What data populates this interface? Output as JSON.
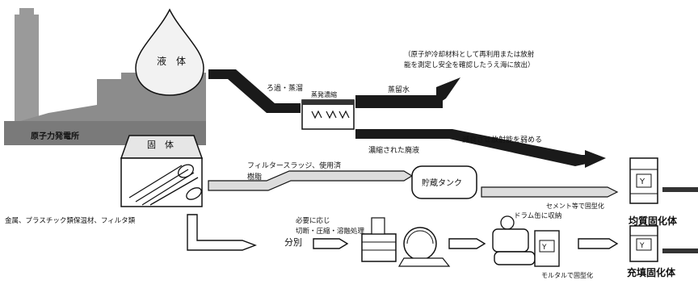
{
  "labels": {
    "liquid": "液　体",
    "solid": "固　体",
    "plant": "原子力発電所",
    "filter_distill": "ろ過・蒸溜",
    "evaporator": "蒸発濃縮",
    "distilled_water": "蒸留水",
    "note_line1": "（原子炉冷却材料として再利用または放射",
    "note_line2": "能を測定し安全を確認したうえ海に放出）",
    "concentrated_waste": "濃縮された廃液",
    "decay": "減衰させ放射能を弱める",
    "filter_sludge": "フィルタースラッジ、使用済",
    "resin": "樹脂",
    "storage_tank": "貯蔵タンク",
    "cement": "セメント等で固型化",
    "homogeneous": "均質固化体",
    "metals": "金属、プラスチック類保温材、フィルタ類",
    "as_needed": "必要に応じ",
    "cutting": "切断・圧縮・溶融処理",
    "drum_store": "ドラム缶に収納",
    "sorting": "分別",
    "mortar": "モルタルで固型化",
    "filled": "充填固化体"
  },
  "colors": {
    "ink": "#111111",
    "plant_gray": "#8a8a8a",
    "light_gray": "#d8d8d8",
    "paper": "#ffffff"
  }
}
